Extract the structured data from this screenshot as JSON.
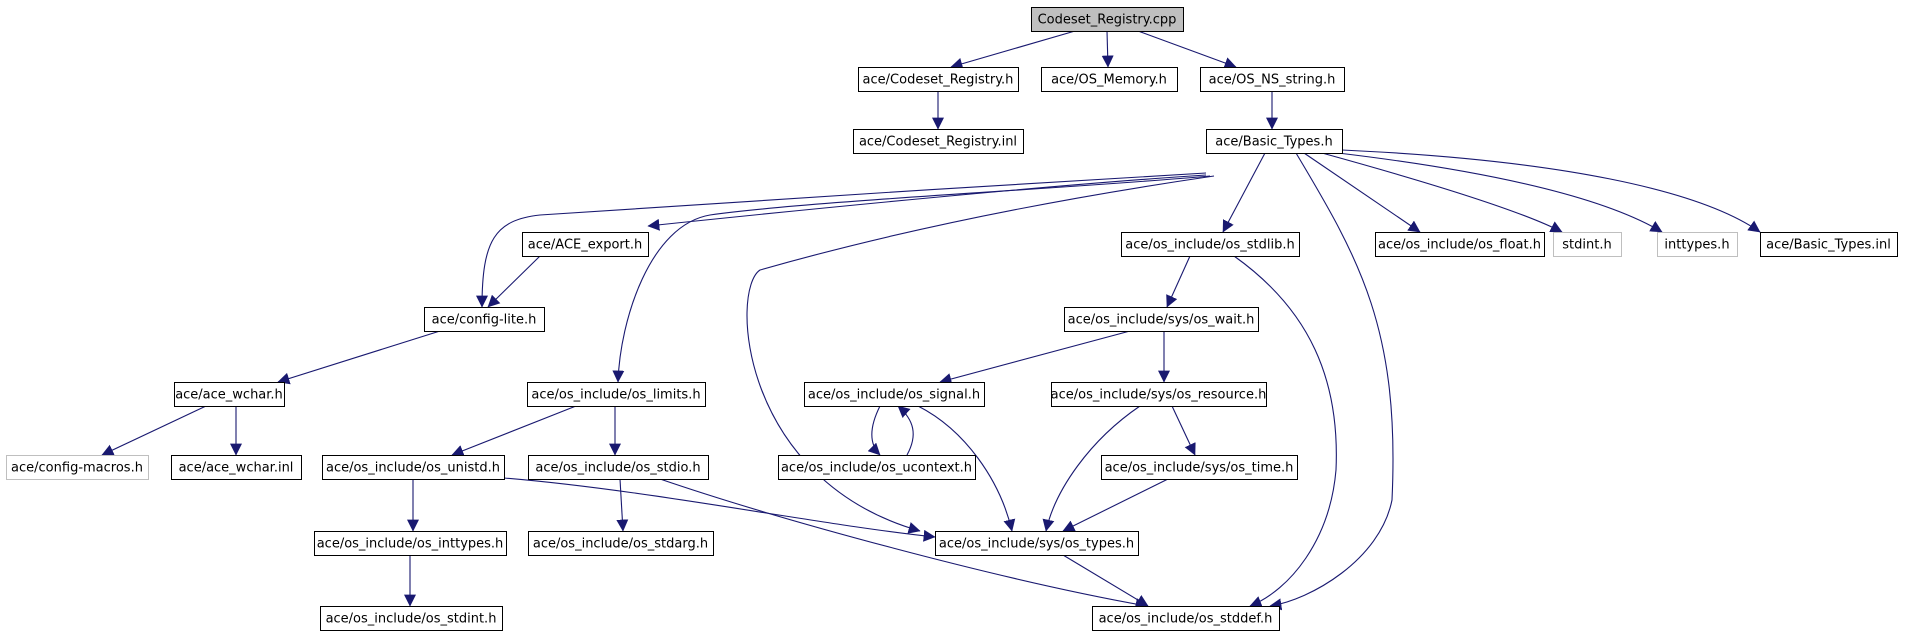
{
  "diagram": {
    "colors": {
      "edge": "#191970",
      "node_border": "#000000",
      "node_border_external": "#bfbfbf",
      "root_fill": "#bfbfbf",
      "node_fill": "#ffffff",
      "text": "#000000"
    },
    "nodes": [
      {
        "id": "codeset_registry_cpp",
        "label": "Codeset_Registry.cpp",
        "kind": "root"
      },
      {
        "id": "codeset_registry_h",
        "label": "ace/Codeset_Registry.h",
        "kind": "normal"
      },
      {
        "id": "os_memory_h",
        "label": "ace/OS_Memory.h",
        "kind": "normal"
      },
      {
        "id": "os_ns_string_h",
        "label": "ace/OS_NS_string.h",
        "kind": "normal"
      },
      {
        "id": "codeset_registry_inl",
        "label": "ace/Codeset_Registry.inl",
        "kind": "normal"
      },
      {
        "id": "basic_types_h",
        "label": "ace/Basic_Types.h",
        "kind": "normal"
      },
      {
        "id": "ace_export_h",
        "label": "ace/ACE_export.h",
        "kind": "normal"
      },
      {
        "id": "os_stdlib_h",
        "label": "ace/os_include/os_stdlib.h",
        "kind": "normal"
      },
      {
        "id": "os_float_h",
        "label": "ace/os_include/os_float.h",
        "kind": "normal"
      },
      {
        "id": "stdint_h",
        "label": "stdint.h",
        "kind": "external"
      },
      {
        "id": "inttypes_h",
        "label": "inttypes.h",
        "kind": "external"
      },
      {
        "id": "basic_types_inl",
        "label": "ace/Basic_Types.inl",
        "kind": "normal"
      },
      {
        "id": "config_lite_h",
        "label": "ace/config-lite.h",
        "kind": "normal"
      },
      {
        "id": "os_wait_h",
        "label": "ace/os_include/sys/os_wait.h",
        "kind": "normal"
      },
      {
        "id": "ace_wchar_h",
        "label": "ace/ace_wchar.h",
        "kind": "normal"
      },
      {
        "id": "os_limits_h",
        "label": "ace/os_include/os_limits.h",
        "kind": "normal"
      },
      {
        "id": "os_signal_h",
        "label": "ace/os_include/os_signal.h",
        "kind": "normal"
      },
      {
        "id": "os_resource_h",
        "label": "ace/os_include/sys/os_resource.h",
        "kind": "normal"
      },
      {
        "id": "config_macros_h",
        "label": "ace/config-macros.h",
        "kind": "external"
      },
      {
        "id": "ace_wchar_inl",
        "label": "ace/ace_wchar.inl",
        "kind": "normal"
      },
      {
        "id": "os_unistd_h",
        "label": "ace/os_include/os_unistd.h",
        "kind": "normal"
      },
      {
        "id": "os_stdio_h",
        "label": "ace/os_include/os_stdio.h",
        "kind": "normal"
      },
      {
        "id": "os_ucontext_h",
        "label": "ace/os_include/os_ucontext.h",
        "kind": "normal"
      },
      {
        "id": "os_time_h",
        "label": "ace/os_include/sys/os_time.h",
        "kind": "normal"
      },
      {
        "id": "os_inttypes_h",
        "label": "ace/os_include/os_inttypes.h",
        "kind": "normal"
      },
      {
        "id": "os_stdarg_h",
        "label": "ace/os_include/os_stdarg.h",
        "kind": "normal"
      },
      {
        "id": "os_types_h",
        "label": "ace/os_include/sys/os_types.h",
        "kind": "normal"
      },
      {
        "id": "os_stdint_h",
        "label": "ace/os_include/os_stdint.h",
        "kind": "normal"
      },
      {
        "id": "os_stddef_h",
        "label": "ace/os_include/os_stddef.h",
        "kind": "normal"
      }
    ],
    "edges": [
      {
        "from": "codeset_registry_cpp",
        "to": "codeset_registry_h"
      },
      {
        "from": "codeset_registry_cpp",
        "to": "os_memory_h"
      },
      {
        "from": "codeset_registry_cpp",
        "to": "os_ns_string_h"
      },
      {
        "from": "codeset_registry_h",
        "to": "codeset_registry_inl"
      },
      {
        "from": "os_ns_string_h",
        "to": "basic_types_h"
      },
      {
        "from": "basic_types_h",
        "to": "ace_export_h"
      },
      {
        "from": "basic_types_h",
        "to": "config_lite_h"
      },
      {
        "from": "basic_types_h",
        "to": "os_limits_h"
      },
      {
        "from": "basic_types_h",
        "to": "os_types_h"
      },
      {
        "from": "basic_types_h",
        "to": "os_stdlib_h"
      },
      {
        "from": "basic_types_h",
        "to": "os_stddef_h"
      },
      {
        "from": "basic_types_h",
        "to": "os_float_h"
      },
      {
        "from": "basic_types_h",
        "to": "stdint_h"
      },
      {
        "from": "basic_types_h",
        "to": "inttypes_h"
      },
      {
        "from": "basic_types_h",
        "to": "basic_types_inl"
      },
      {
        "from": "ace_export_h",
        "to": "config_lite_h"
      },
      {
        "from": "config_lite_h",
        "to": "ace_wchar_h"
      },
      {
        "from": "ace_wchar_h",
        "to": "config_macros_h"
      },
      {
        "from": "ace_wchar_h",
        "to": "ace_wchar_inl"
      },
      {
        "from": "os_stdlib_h",
        "to": "os_wait_h"
      },
      {
        "from": "os_stdlib_h",
        "to": "os_stddef_h"
      },
      {
        "from": "os_wait_h",
        "to": "os_signal_h"
      },
      {
        "from": "os_wait_h",
        "to": "os_resource_h"
      },
      {
        "from": "os_signal_h",
        "to": "os_ucontext_h"
      },
      {
        "from": "os_ucontext_h",
        "to": "os_signal_h"
      },
      {
        "from": "os_signal_h",
        "to": "os_types_h"
      },
      {
        "from": "os_resource_h",
        "to": "os_time_h"
      },
      {
        "from": "os_resource_h",
        "to": "os_types_h"
      },
      {
        "from": "os_time_h",
        "to": "os_types_h"
      },
      {
        "from": "os_limits_h",
        "to": "os_unistd_h"
      },
      {
        "from": "os_limits_h",
        "to": "os_stdio_h"
      },
      {
        "from": "os_unistd_h",
        "to": "os_inttypes_h"
      },
      {
        "from": "os_unistd_h",
        "to": "os_types_h"
      },
      {
        "from": "os_stdio_h",
        "to": "os_stdarg_h"
      },
      {
        "from": "os_stdio_h",
        "to": "os_stddef_h"
      },
      {
        "from": "os_inttypes_h",
        "to": "os_stdint_h"
      },
      {
        "from": "os_types_h",
        "to": "os_stddef_h"
      }
    ]
  }
}
